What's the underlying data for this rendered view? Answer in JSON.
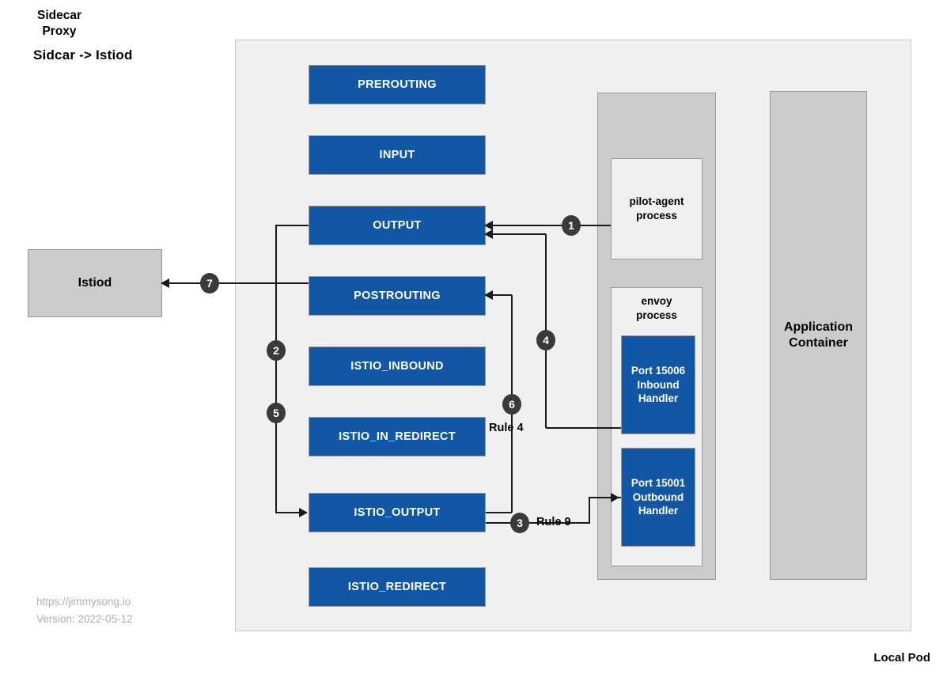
{
  "title": "Sidcar -> Istiod",
  "pod": {
    "label": "Local Pod"
  },
  "istiod": {
    "label": "Istiod"
  },
  "application": {
    "label": "Application\nContainer",
    "line1": "Application",
    "line2": "Container"
  },
  "sidecar": {
    "title_line1": "Sidecar",
    "title_line2": "Proxy",
    "pilot_agent": {
      "line1": "pilot-agent",
      "line2": "process"
    },
    "envoy": {
      "line1": "envoy",
      "line2": "process",
      "inbound": {
        "line1": "Port 15006",
        "line2": "Inbound",
        "line3": "Handler"
      },
      "outbound": {
        "line1": "Port 15001",
        "line2": "Outbound",
        "line3": "Handler"
      }
    }
  },
  "chains": [
    {
      "label": "PREROUTING"
    },
    {
      "label": "INPUT"
    },
    {
      "label": "OUTPUT"
    },
    {
      "label": "POSTROUTING"
    },
    {
      "label": "ISTIO_INBOUND"
    },
    {
      "label": "ISTIO_IN_REDIRECT"
    },
    {
      "label": "ISTIO_OUTPUT"
    },
    {
      "label": "ISTIO_REDIRECT"
    }
  ],
  "steps": [
    {
      "id": "1",
      "label": "1"
    },
    {
      "id": "2",
      "label": "2"
    },
    {
      "id": "3",
      "label": "3"
    },
    {
      "id": "4",
      "label": "4"
    },
    {
      "id": "5",
      "label": "5"
    },
    {
      "id": "6",
      "label": "6"
    },
    {
      "id": "7",
      "label": "7"
    }
  ],
  "rules": {
    "rule4": "Rule 4",
    "rule9": "Rule 9"
  },
  "footer": {
    "url": "https://jimmysong.io",
    "version": "Version: 2022-05-12"
  },
  "colors": {
    "chain_blue": "#1257a5",
    "grey_fill": "#cccccc",
    "pod_fill": "#f0f0f0",
    "badge": "#3a3a3a",
    "line": "#1a1a1a"
  }
}
